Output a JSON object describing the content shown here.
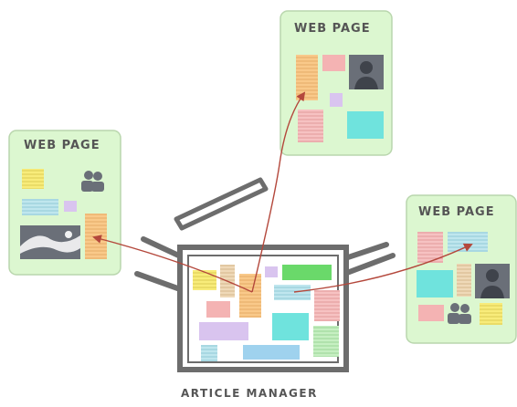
{
  "pages": {
    "left": {
      "title": "WEB PAGE"
    },
    "top": {
      "title": "WEB PAGE"
    },
    "right": {
      "title": "WEB PAGE"
    }
  },
  "caption": "ARTICLE MANAGER",
  "colors": {
    "page_bg": "#dcf7d0",
    "page_border": "#b9d6ad",
    "machine": "#6d6d6d",
    "arrow": "#b4483c",
    "yellow": "#f8ec7a",
    "orange": "#f9c98a",
    "pink": "#f4b3b3",
    "teal": "#6fe3dd",
    "light_teal": "#b4e6ec",
    "lavender": "#d9c4ef",
    "green": "#6ad96a",
    "blue": "#9fd2ee",
    "gray": "#6a6f78"
  }
}
